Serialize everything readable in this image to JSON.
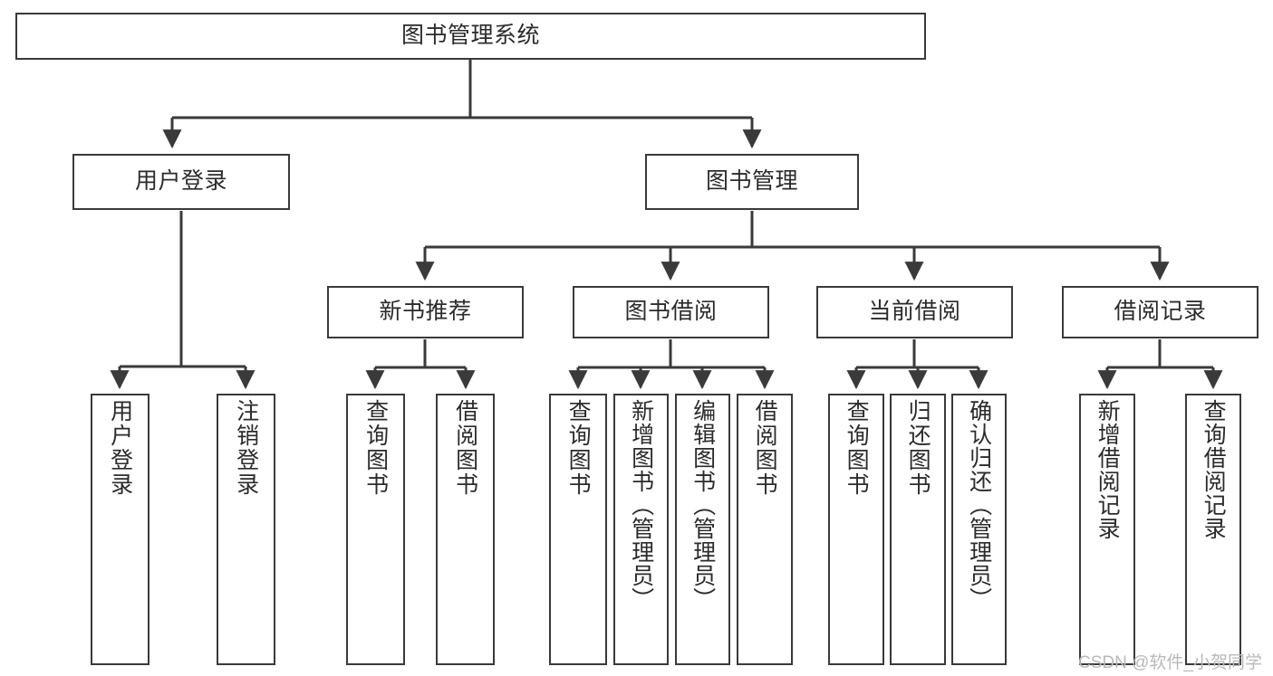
{
  "diagram": {
    "type": "tree-hierarchy-chart",
    "title": "图书管理系统",
    "stroke_color": "#3a3a3a",
    "text_color": "#2b2b2b",
    "background_color": "#ffffff",
    "levels": 4
  },
  "nodes": {
    "root": {
      "label": "图书管理系统"
    },
    "level2": [
      {
        "id": "user-login",
        "label": "用户登录"
      },
      {
        "id": "book-management",
        "label": "图书管理"
      }
    ],
    "level3": [
      {
        "id": "new-book-recommend",
        "label": "新书推荐"
      },
      {
        "id": "book-borrow",
        "label": "图书借阅"
      },
      {
        "id": "current-borrow",
        "label": "当前借阅"
      },
      {
        "id": "borrow-record",
        "label": "借阅记录"
      }
    ],
    "leaves": {
      "user_login": [
        {
          "id": "leaf-user-login",
          "label": "用户登录"
        },
        {
          "id": "leaf-user-logout",
          "label": "注销登录"
        }
      ],
      "new_book_recommend": [
        {
          "id": "leaf-query-book-1",
          "label": "查询图书"
        },
        {
          "id": "leaf-borrow-book-1",
          "label": "借阅图书"
        }
      ],
      "book_borrow": [
        {
          "id": "leaf-query-book-2",
          "label": "查询图书"
        },
        {
          "id": "leaf-add-book",
          "label": "新增图书（管理员）"
        },
        {
          "id": "leaf-edit-book",
          "label": "编辑图书（管理员）"
        },
        {
          "id": "leaf-borrow-book-2",
          "label": "借阅图书"
        }
      ],
      "current_borrow": [
        {
          "id": "leaf-query-book-3",
          "label": "查询图书"
        },
        {
          "id": "leaf-return-book",
          "label": "归还图书"
        },
        {
          "id": "leaf-confirm-return",
          "label": "确认归还（管理员）"
        }
      ],
      "borrow_record": [
        {
          "id": "leaf-add-record",
          "label": "新增借阅记录"
        },
        {
          "id": "leaf-query-record",
          "label": "查询借阅记录"
        }
      ]
    }
  },
  "watermark": {
    "text": "CSDN @软件_小贺同学"
  }
}
